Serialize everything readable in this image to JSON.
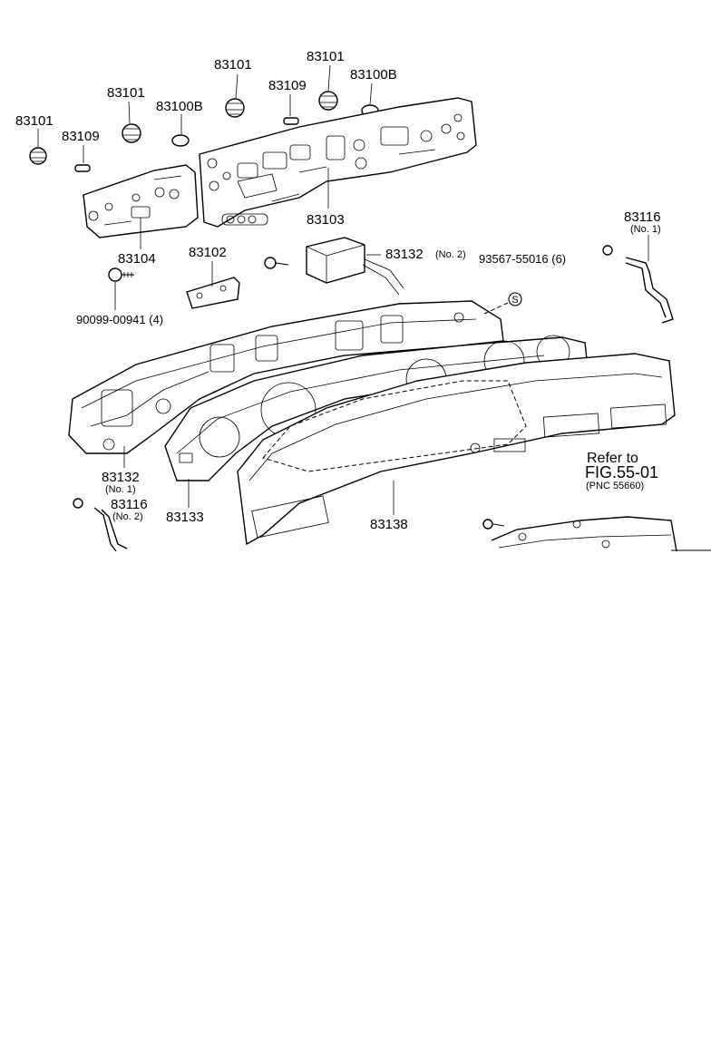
{
  "labels": {
    "p83101_a": "83101",
    "p83101_b": "83101",
    "p83101_c": "83101",
    "p83101_d": "83101",
    "p83109_a": "83109",
    "p83109_b": "83109",
    "p83100b_a": "83100B",
    "p83100b_b": "83100B",
    "p83103": "83103",
    "p83104": "83104",
    "p83102": "83102",
    "p83132_n2": "83132",
    "p83132_n2_note": "(No. 2)",
    "p93567": "93567-55016 (6)",
    "p90099": "90099-00941 (4)",
    "p83116_n1": "83116",
    "p83116_n1_note": "(No. 1)",
    "p83132_n1": "83132",
    "p83132_n1_note": "(No. 1)",
    "p83116_n2": "83116",
    "p83116_n2_note": "(No. 2)",
    "p83133": "83133",
    "p83138": "83138",
    "screw_symbol": "S"
  },
  "refer": {
    "line1": "Refer to",
    "line2": "FIG.55-01",
    "line3": "(PNC 55660)"
  }
}
